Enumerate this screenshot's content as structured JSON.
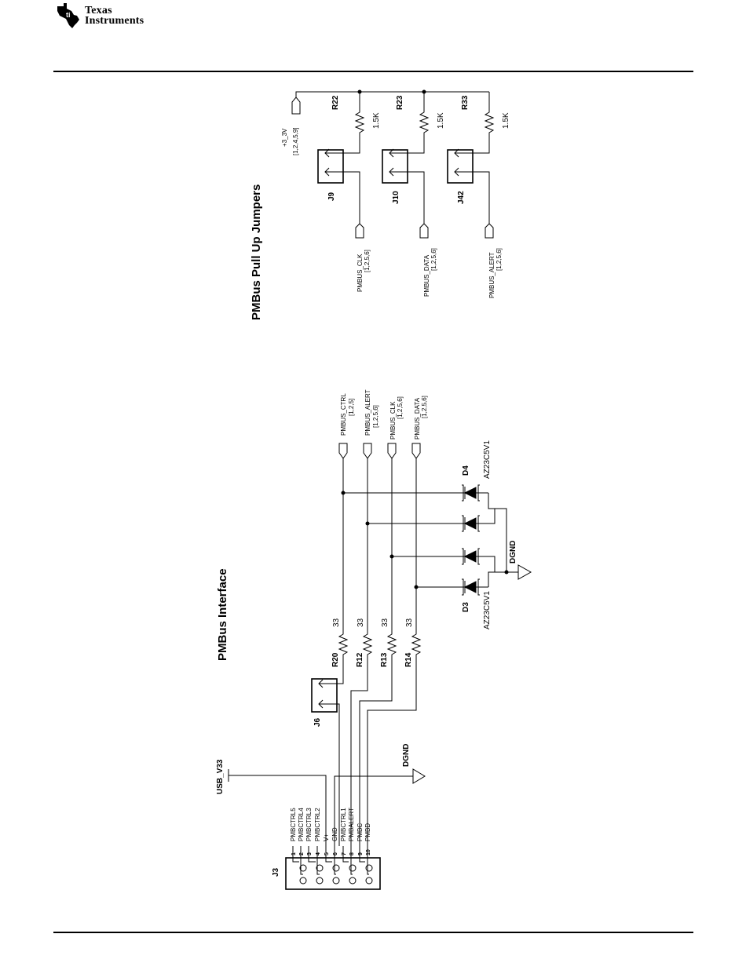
{
  "header": {
    "brand_line1": "Texas",
    "brand_line2": "Instruments"
  },
  "pullup": {
    "title": "PMBus Pull Up Jumpers",
    "supply_label": "+3_3V",
    "supply_refs": "[1,2,4,5,9]",
    "resistors": [
      {
        "ref": "R22",
        "value": "1.5K"
      },
      {
        "ref": "R23",
        "value": "1.5K"
      },
      {
        "ref": "R33",
        "value": "1.5K"
      }
    ],
    "jumpers": [
      "J9",
      "J10",
      "J42"
    ],
    "nets": [
      {
        "name": "PMBUS_CLK",
        "refs": "[1,2,5,6]"
      },
      {
        "name": "PMBUS_DATA",
        "refs": "[1,2,5,6]"
      },
      {
        "name": "PMBUS_ALERT",
        "refs": "[1,2,5,6]"
      }
    ]
  },
  "interface": {
    "title": "PMBus Interface",
    "supply_label": "USB_V33",
    "ground_label": "DGND",
    "connector_ref": "J3",
    "jumper_ref": "J6",
    "pins": [
      {
        "num": "1",
        "name": "PMBCTRL5"
      },
      {
        "num": "2",
        "name": "PMBCTRL4"
      },
      {
        "num": "3",
        "name": "PMBCTRL3"
      },
      {
        "num": "4",
        "name": "PMBCTRL2"
      },
      {
        "num": "5",
        "name": "V+"
      },
      {
        "num": "6",
        "name": "GND"
      },
      {
        "num": "7",
        "name": "PMBCTRL1"
      },
      {
        "num": "8",
        "name": "PMBALERT"
      },
      {
        "num": "9",
        "name": "PMBC"
      },
      {
        "num": "10",
        "name": "PMBD"
      }
    ],
    "resistors": [
      {
        "ref": "R20",
        "value": "33"
      },
      {
        "ref": "R12",
        "value": "33"
      },
      {
        "ref": "R13",
        "value": "33"
      },
      {
        "ref": "R14",
        "value": "33"
      }
    ],
    "nets": [
      {
        "name": "PMBUS_CTRL",
        "refs": "[1,2,5]"
      },
      {
        "name": "PMBUS_ALERT",
        "refs": "[1,2,5,6]"
      },
      {
        "name": "PMBUS_CLK",
        "refs": "[1,2,5,6]"
      },
      {
        "name": "PMBUS_DATA",
        "refs": "[1,2,5,6]"
      }
    ],
    "diodes": [
      {
        "ref": "D4",
        "part": "AZ23C5V1"
      },
      {
        "ref": "D3",
        "part": "AZ23C5V1"
      }
    ],
    "diode_ground_label": "DGND"
  }
}
